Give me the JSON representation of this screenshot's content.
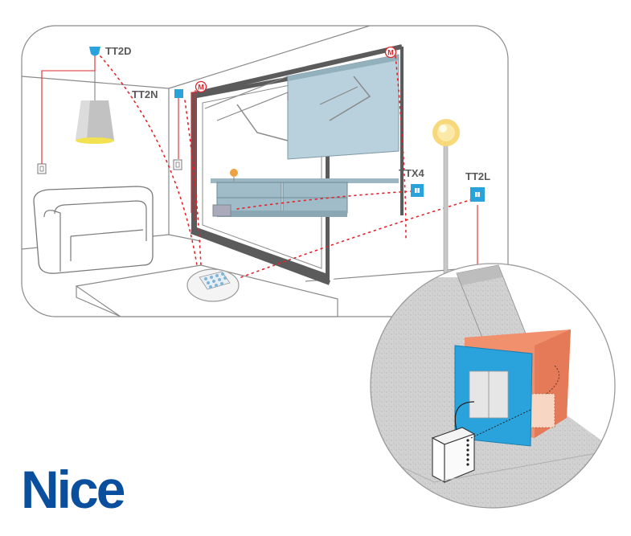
{
  "brand": {
    "logo_text": "Nice",
    "logo_color": "#0a4f9e"
  },
  "colors": {
    "device_blue": "#2aa3dd",
    "motor_red": "#e2252d",
    "wall_orange": "#f1906c",
    "glass_blue": "#bcd5e0",
    "wall_gray": "#d4d4d4"
  },
  "labels": {
    "tt2d": "TT2D",
    "tt2n": "TT2N",
    "ttx4": "TTX4",
    "tt2l": "TT2L",
    "motor": "M"
  },
  "icons": [
    "ceiling-lamp-icon",
    "armchair-icon",
    "wall-switch-icon",
    "motor-icon",
    "street-lamp-icon",
    "keypad-remote-icon",
    "receiver-box-icon"
  ]
}
